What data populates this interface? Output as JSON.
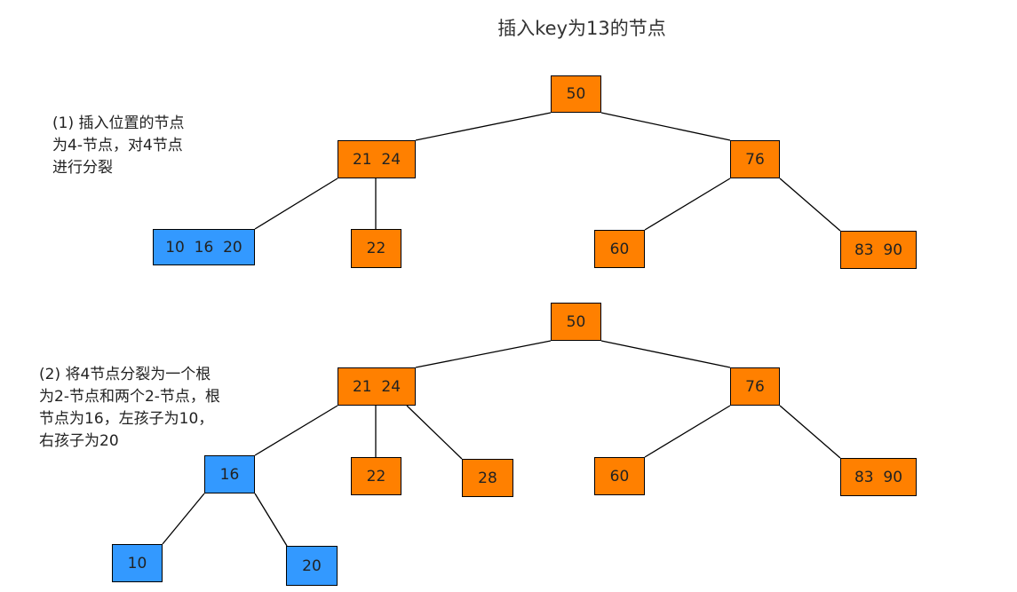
{
  "title": "插入key为13的节点",
  "colors": {
    "orange": "#ff8000",
    "blue": "#3399ff",
    "edge": "#000000"
  },
  "notes": {
    "step1": [
      "(1) 插入位置的节点",
      "为4-节点，对4节点",
      "进行分裂"
    ],
    "step2": [
      "(2) 将4节点分裂为一个根",
      "为2-节点和两个2-节点，根",
      "节点为16，左孩子为10，",
      "右孩子为20"
    ]
  },
  "tree1": {
    "root": "50",
    "left": "21  24",
    "right": "76",
    "left_children": [
      "10  16  20",
      "22"
    ],
    "right_children": [
      "60",
      "83  90"
    ]
  },
  "tree2": {
    "root": "50",
    "left": "21  24",
    "right": "76",
    "left_children": [
      "16",
      "22",
      "28"
    ],
    "right_children": [
      "60",
      "83  90"
    ],
    "split_children": [
      "10",
      "20"
    ]
  }
}
